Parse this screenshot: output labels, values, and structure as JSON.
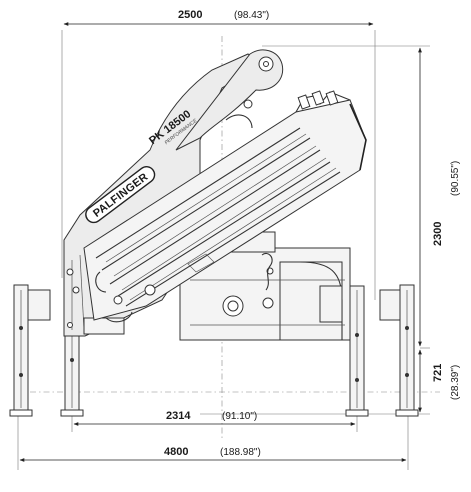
{
  "dimensions": {
    "overall_height": {
      "mm": "2300",
      "in": "(90.55\")"
    },
    "overall_width": {
      "mm": "2500",
      "in": "(98.43\")"
    },
    "inner_outrigger_span": {
      "mm": "2314",
      "in": "(91.10\")"
    },
    "outrigger_span": {
      "mm": "4800",
      "in": "(188.98\")"
    },
    "leg_stroke": {
      "mm": "721",
      "in": "(28.39\")"
    }
  },
  "crane": {
    "brand": "PALFINGER",
    "model": "PK 18500",
    "model_sub": "PERFORMANCE"
  }
}
